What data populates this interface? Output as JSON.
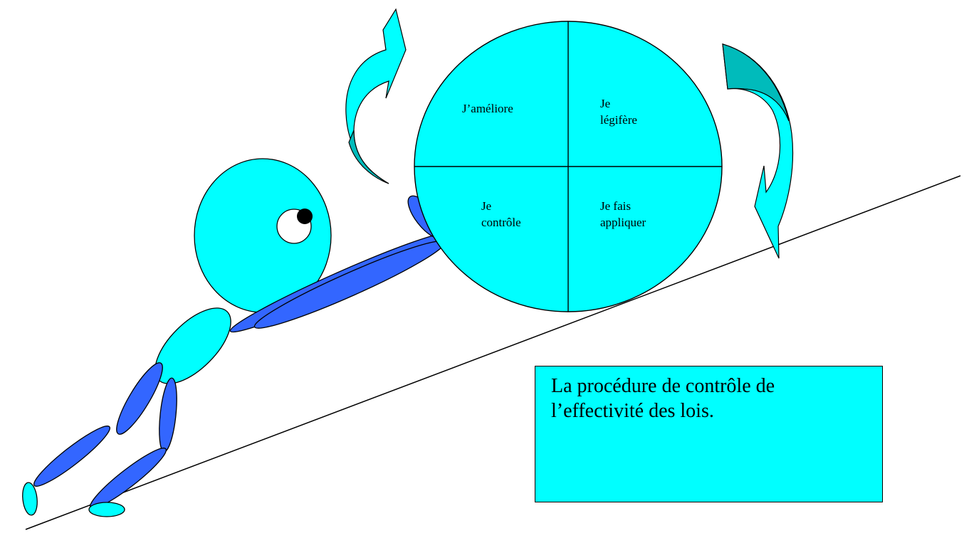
{
  "colors": {
    "background": "#ffffff",
    "cyan_fill": "#00ffff",
    "blue_limbs": "#3366ff",
    "dark_teal": "#00bbbb",
    "outline": "#000000"
  },
  "wheel": {
    "quadrants": [
      {
        "id": "top-left",
        "lines": [
          "J’améliore"
        ]
      },
      {
        "id": "top-right",
        "lines": [
          "Je",
          "légifère"
        ]
      },
      {
        "id": "bottom-left",
        "lines": [
          "Je",
          "contrôle"
        ]
      },
      {
        "id": "bottom-right",
        "lines": [
          "Je fais",
          "appliquer"
        ]
      }
    ]
  },
  "caption": {
    "lines": [
      "La procédure de contrôle de",
      "l’effectivité des lois."
    ]
  },
  "arrows": {
    "left": {
      "direction": "up",
      "icon": "curved-arrow-up-icon"
    },
    "right": {
      "direction": "down",
      "icon": "curved-arrow-down-icon"
    }
  },
  "figure": {
    "description_icon": "pushing-figure-icon"
  }
}
